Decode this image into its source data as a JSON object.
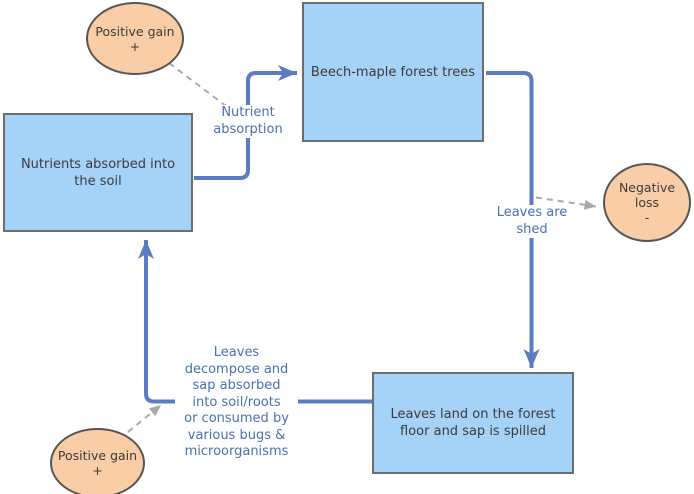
{
  "colors": {
    "node_fill": "#a5d2f7",
    "node_border": "#6d6d6d",
    "node_text": "#3c3c3c",
    "ellipse_fill": "#f9cda5",
    "ellipse_border": "#565656",
    "arrow": "#5b7dbf",
    "dashed": "#a9a9a9",
    "label_text": "#4a6fb5",
    "background": "#ffffff"
  },
  "nodes": {
    "forest_trees": {
      "label": "Beech-maple forest trees"
    },
    "nutrients_soil": {
      "label": "Nutrients absorbed into the soil"
    },
    "leaves_floor": {
      "label": "Leaves land on the forest floor and sap is spilled"
    }
  },
  "ellipses": {
    "positive_gain_top": {
      "label": "Positive gain",
      "sign": "+"
    },
    "negative_loss": {
      "label": "Negative loss",
      "sign": "-"
    },
    "positive_gain_bottom": {
      "label": "Positive gain",
      "sign": "+"
    }
  },
  "edge_labels": {
    "nutrient_absorption": "Nutrient\nabsorption",
    "leaves_shed": "Leaves are\nshed",
    "leaves_decompose": "Leaves\ndecompose and\nsap absorbed\ninto soil/roots\nor consumed by\nvarious bugs &\nmicroorganisms"
  }
}
